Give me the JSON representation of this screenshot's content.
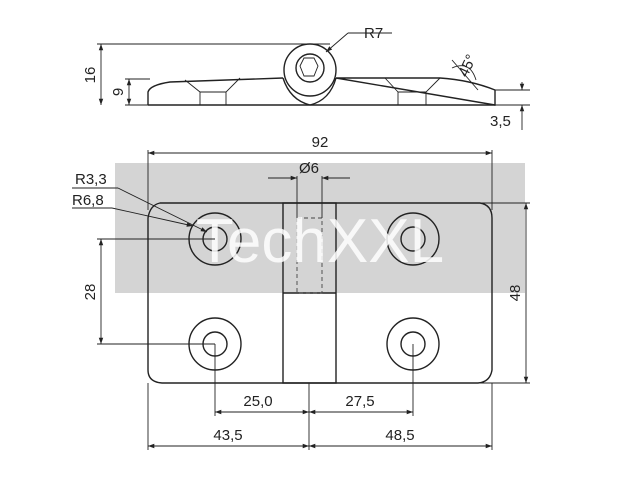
{
  "watermark": {
    "text": "TechXXL",
    "band_color": "#d4d4d4",
    "text_color": "#ffffff"
  },
  "colors": {
    "line": "#222222",
    "background": "#ffffff"
  },
  "side_view": {
    "height_total": "16",
    "height_body": "9",
    "knuckle_radius": "R7",
    "countersink_angle": "45°",
    "plate_thickness": "3,5"
  },
  "top_view": {
    "width_total": "92",
    "height_total": "48",
    "hole_spacing_vertical": "28",
    "hole_radius": "R3,3",
    "countersink_radius": "R6,8",
    "pin_diameter": "Ø6",
    "hole_offset_left": "25,0",
    "hole_offset_right": "27,5",
    "split_left": "43,5",
    "split_right": "48,5"
  }
}
